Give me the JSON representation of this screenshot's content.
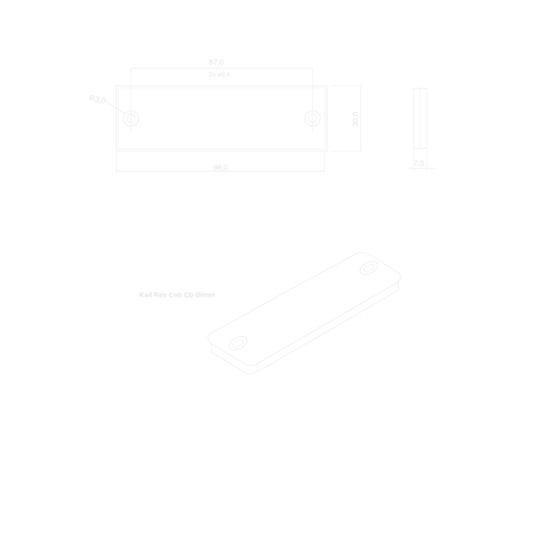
{
  "drawing": {
    "dimensions": {
      "hole_spacing": "87,0",
      "hole_spec": "2x ø6,4",
      "radius": "R3,0",
      "width": "96,0",
      "height": "30,0",
      "thickness": "7,5"
    },
    "part_label": "Ka4 Res Cob Cb Ølmm"
  }
}
